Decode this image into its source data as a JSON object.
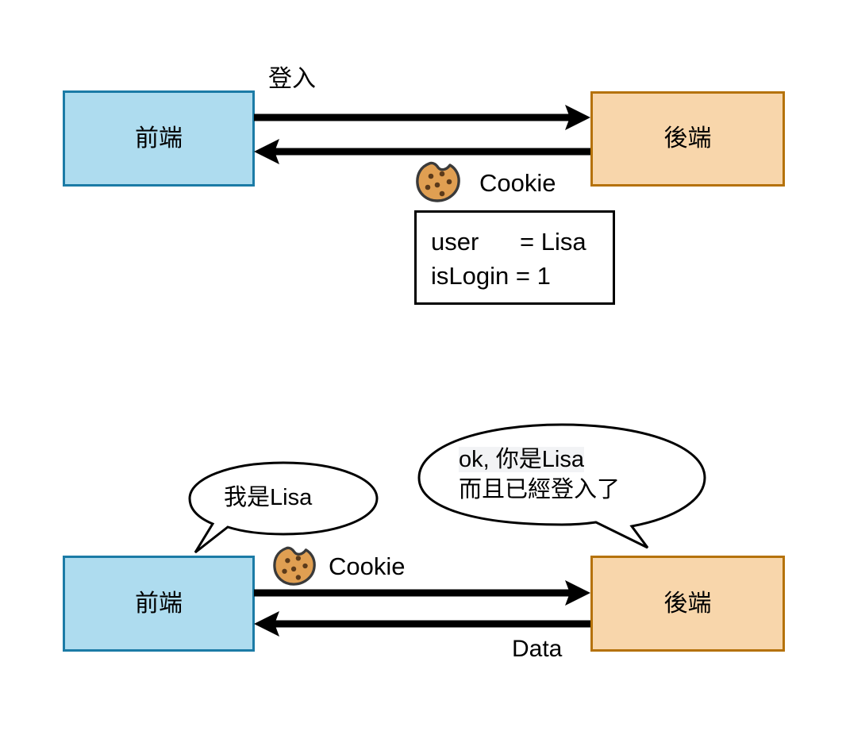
{
  "diagram": {
    "title_visible": false,
    "colors": {
      "frontend_fill": "#aedcef",
      "frontend_stroke": "#1b7ba6",
      "backend_fill": "#f8d6ab",
      "backend_stroke": "#b5720a",
      "arrow": "#000000",
      "box_stroke": "#000000",
      "cookie_body": "#e09f52",
      "cookie_outline": "#3a3a3a",
      "cookie_chip": "#5b3a1a",
      "highlight": "#f2f3f5"
    },
    "sections": [
      {
        "id": "login-exchange",
        "frontend_label": "前端",
        "backend_label": "後端",
        "request_label": "登入",
        "response_label": "Cookie",
        "cookie_icon": "cookie-icon",
        "cookie_store": {
          "rows": [
            {
              "key": "user",
              "equals": "=",
              "value": "Lisa",
              "text": "user      = Lisa"
            },
            {
              "key": "isLogin",
              "equals": "=",
              "value": "1",
              "text": "isLogin = 1"
            }
          ]
        }
      },
      {
        "id": "authenticated-request",
        "frontend_label": "前端",
        "backend_label": "後端",
        "request_label": "Cookie",
        "response_label": "Data",
        "cookie_icon": "cookie-icon",
        "frontend_bubble": {
          "lines": [
            "我是Lisa"
          ]
        },
        "backend_bubble": {
          "lines": [
            "ok, 你是Lisa",
            "而且已經登入了"
          ]
        }
      }
    ]
  }
}
